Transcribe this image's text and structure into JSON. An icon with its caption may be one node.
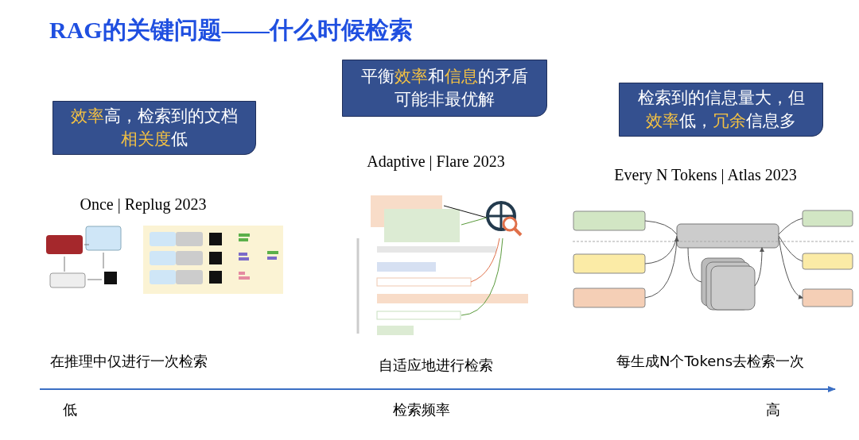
{
  "diagram": {
    "title": "RAG的关键问题——什么时候检索",
    "nodes": [
      {
        "text": [
          "**效率**高，检索到的文档**相关度**低"
        ]
      },
      {
        "text": [
          "平衡**效率**和**信息**的矛盾可能非最优解"
        ]
      },
      {
        "text": [
          "检索到的信息量大，但**效率**低，**冗余**信息多"
        ]
      }
    ],
    "labels": [
      "Once | Replug 2023",
      "Adaptive | Flare 2023",
      "Every N Tokens | Atlas 2023",
      "在推理中仅进行一次检索",
      "自适应地进行检索",
      "每生成N个Tokens去检索一次",
      "低",
      "检索频率",
      "高"
    ]
  }
}
